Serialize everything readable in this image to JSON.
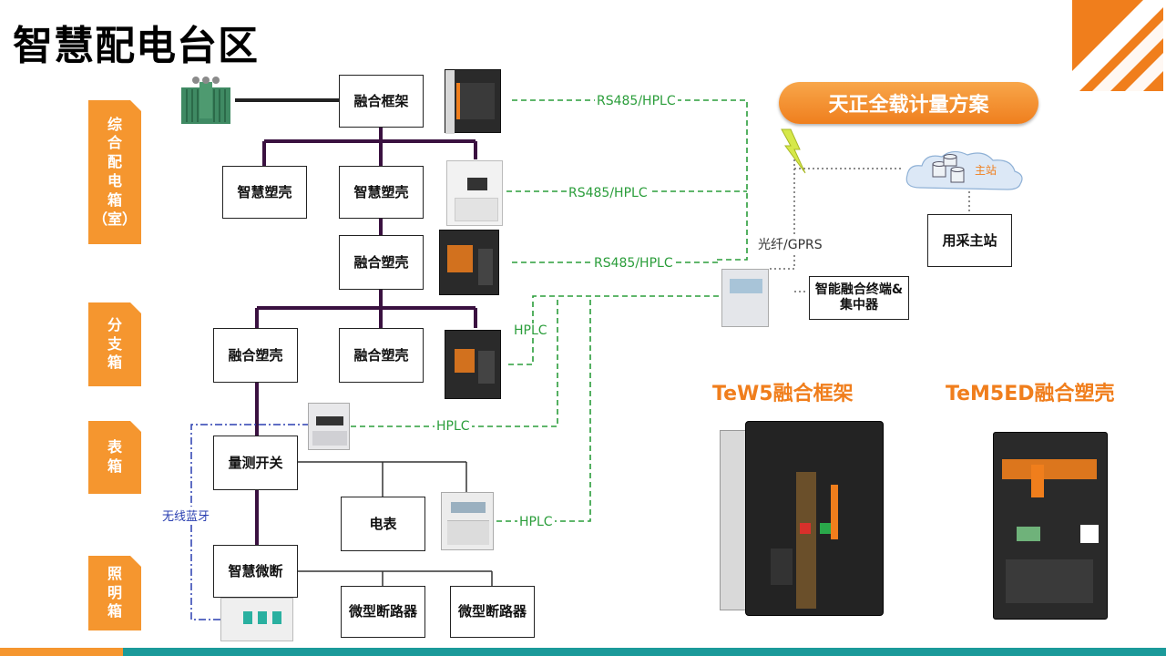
{
  "title": "智慧配电台区",
  "scheme_label": "天正全载计量方案",
  "side_labels": {
    "distribution_room": [
      "综",
      "合",
      "配",
      "电",
      "箱",
      "（室）"
    ],
    "branch": [
      "分",
      "支",
      "箱"
    ],
    "meter": [
      "表",
      "箱"
    ],
    "lighting": [
      "照",
      "明",
      "箱"
    ]
  },
  "boxes": {
    "fusion_frame": "融合框架",
    "smart_case_1": "智慧塑壳",
    "smart_case_2": "智慧塑壳",
    "fusion_case_main": "融合塑壳",
    "fusion_case_left": "融合塑壳",
    "fusion_case_right": "融合塑壳",
    "metering_switch": "量测开关",
    "meter": "电表",
    "smart_mcb": "智慧微断",
    "mcb_1": "微型断路器",
    "mcb_2": "微型断路器",
    "terminal": "智能融合终端&集中器",
    "master_station": "用采主站"
  },
  "links": {
    "rs485_1": "RS485/HPLC",
    "rs485_2": "RS485/HPLC",
    "rs485_3": "RS485/HPLC",
    "hplc_1": "HPLC",
    "hplc_2": "HPLC",
    "hplc_3": "HPLC",
    "fiber_gprs": "光纤/GPRS",
    "bluetooth": "无线蓝牙",
    "cloud_label": "主站"
  },
  "products": {
    "tew5": "TeW5融合框架",
    "tem5ed": "TeM5ED融合塑壳"
  },
  "colors": {
    "accent": "#f07e1c",
    "bus_line": "#3a1140",
    "link_green": "#2a9d3a",
    "bluetooth_blue": "#2a3fb0",
    "bottom_bar_teal": "#1b9a9a"
  }
}
